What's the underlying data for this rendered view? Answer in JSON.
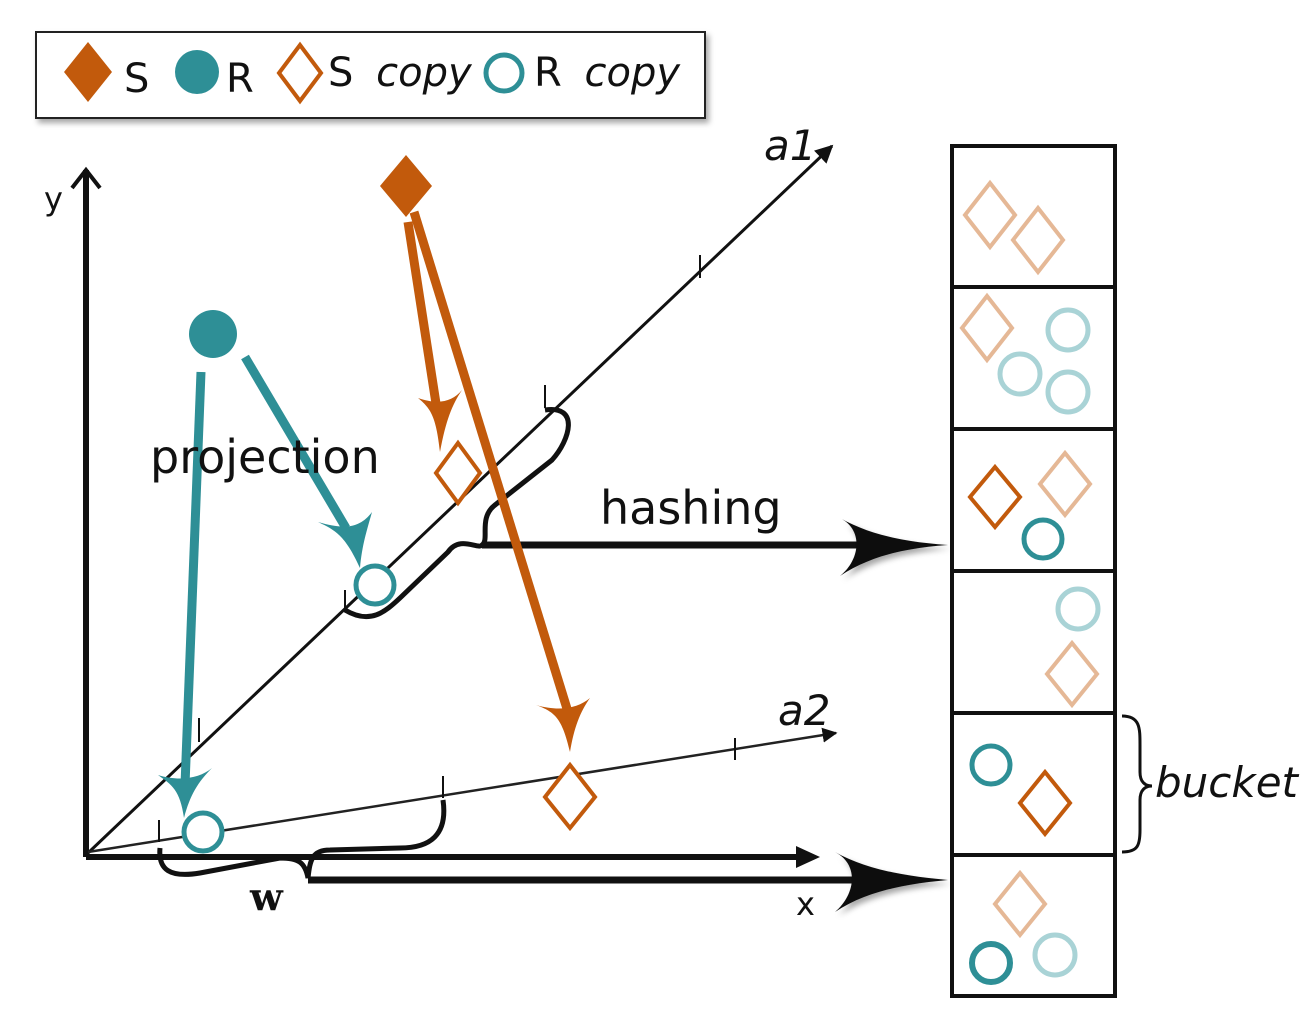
{
  "legend": {
    "s_label": "S",
    "r_label": "R",
    "s_copy_label": "S",
    "s_copy_suffix": "copy",
    "r_copy_label": "R",
    "r_copy_suffix": "copy"
  },
  "axes": {
    "x_label": "x",
    "y_label": "y",
    "a1_label": "a1",
    "a2_label": "a2"
  },
  "annotations": {
    "projection": "projection",
    "hashing": "hashing",
    "bucket": "bucket",
    "width": "w"
  },
  "colors": {
    "s": "#c25a0c",
    "r": "#2e8f96",
    "s_faded": "#e5b896",
    "r_faded": "#a9d3d6",
    "line": "#111111"
  }
}
